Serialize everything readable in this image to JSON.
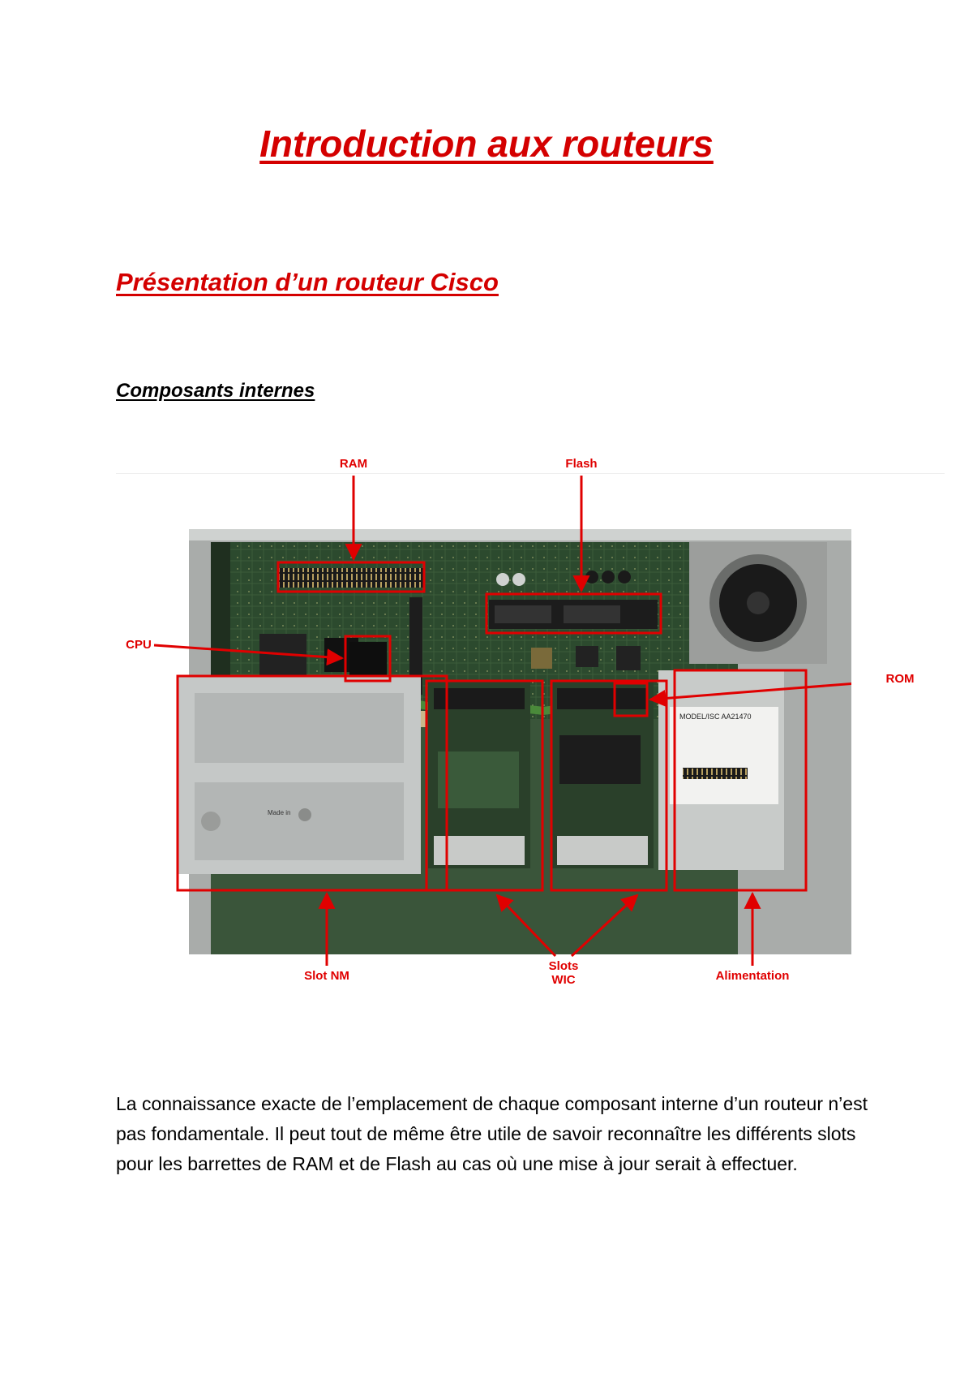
{
  "colors": {
    "heading": "#d40000",
    "annotation": "#e00000",
    "text": "#000000"
  },
  "document": {
    "title": "Introduction aux routeurs",
    "section_title": "Présentation d’un routeur Cisco",
    "subsection_title": "Composants internes",
    "figure_labels": {
      "ram": "RAM",
      "flash": "Flash",
      "cpu": "CPU",
      "rom": "ROM",
      "slot_nm": "Slot NM",
      "slots_wic_line1": "Slots",
      "slots_wic_line2": "WIC",
      "alimentation": "Alimentation",
      "psu_model": "MODEL/ISC AA21470",
      "nm_plate": "Made in"
    },
    "paragraph": "La connaissance exacte de l’emplacement de chaque composant interne d’un routeur n’est pas fondamentale. Il peut tout de même être utile de savoir reconnaître les différents slots pour les barrettes de RAM et de Flash au cas où une mise à jour serait à effectuer."
  }
}
